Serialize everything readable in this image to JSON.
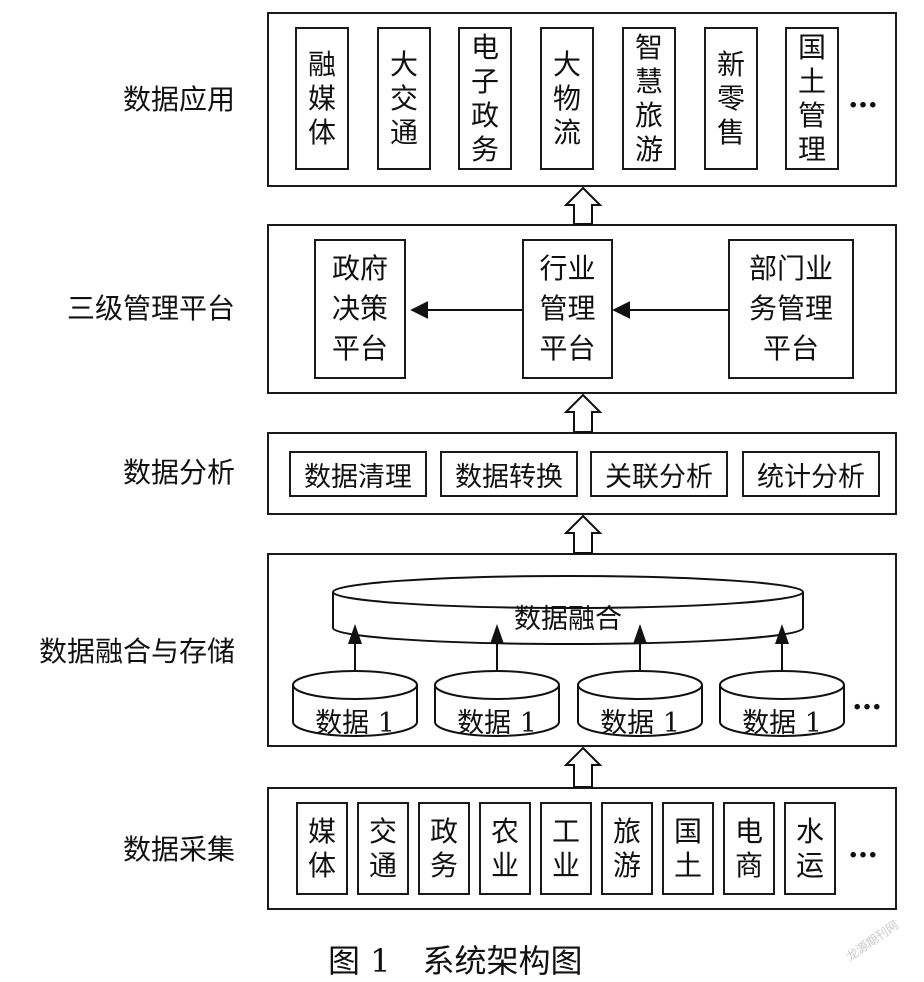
{
  "layers": {
    "application": {
      "label": "数据应用",
      "items": [
        {
          "chars": [
            "融",
            "媒",
            "体"
          ]
        },
        {
          "chars": [
            "大",
            "交",
            "通"
          ]
        },
        {
          "chars": [
            "电",
            "子",
            "政",
            "务"
          ]
        },
        {
          "chars": [
            "大",
            "物",
            "流"
          ]
        },
        {
          "chars": [
            "智",
            "慧",
            "旅",
            "游"
          ]
        },
        {
          "chars": [
            "新",
            "零",
            "售"
          ]
        },
        {
          "chars": [
            "国",
            "土",
            "管",
            "理"
          ]
        }
      ],
      "ellipsis": "…"
    },
    "management": {
      "label": "三级管理平台",
      "platforms": [
        {
          "chars": [
            "政府",
            "决策",
            "平台"
          ]
        },
        {
          "chars": [
            "行业",
            "管理",
            "平台"
          ]
        },
        {
          "chars": [
            "部门业",
            "务管理",
            "平台"
          ]
        }
      ]
    },
    "analysis": {
      "label": "数据分析",
      "items": [
        "数据清理",
        "数据转换",
        "关联分析",
        "统计分析"
      ]
    },
    "fusion": {
      "label": "数据融合与存储",
      "fusion_label": "数据融合",
      "stores": [
        "数据 1",
        "数据 1",
        "数据 1",
        "数据 1"
      ],
      "ellipsis": "…"
    },
    "collection": {
      "label": "数据采集",
      "items": [
        {
          "chars": [
            "媒",
            "体"
          ]
        },
        {
          "chars": [
            "交",
            "通"
          ]
        },
        {
          "chars": [
            "政",
            "务"
          ]
        },
        {
          "chars": [
            "农",
            "业"
          ]
        },
        {
          "chars": [
            "工",
            "业"
          ]
        },
        {
          "chars": [
            "旅",
            "游"
          ]
        },
        {
          "chars": [
            "国",
            "土"
          ]
        },
        {
          "chars": [
            "电",
            "商"
          ]
        },
        {
          "chars": [
            "水",
            "运"
          ]
        }
      ],
      "ellipsis": "…"
    }
  },
  "caption": "图 1　系统架构图",
  "watermark": "龙源期刊网"
}
